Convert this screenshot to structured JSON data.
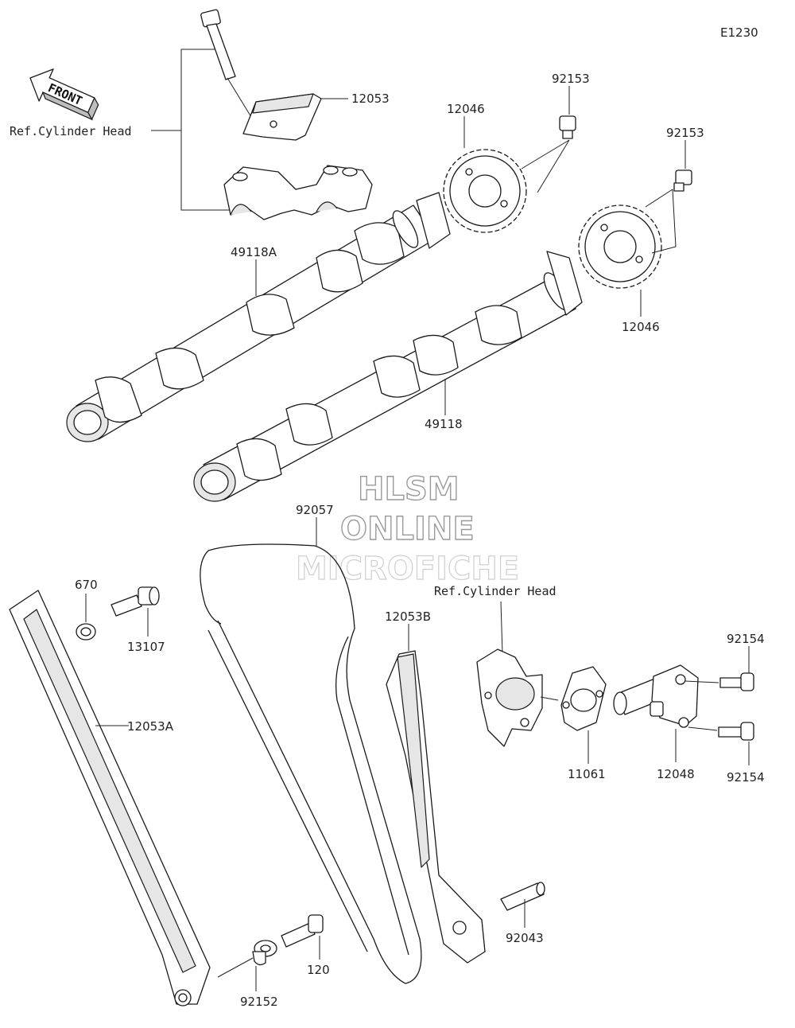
{
  "figure_code": "E1230",
  "front_arrow": {
    "text": "FRONT"
  },
  "watermark": {
    "line1": "HLSM",
    "line2": "ONLINE",
    "line3": "MICROFICHE"
  },
  "references": {
    "cyl_head_top": "Ref.Cylinder Head",
    "cyl_head_right": "Ref.Cylinder Head"
  },
  "labels": {
    "p12053": "12053",
    "p12046_a": "12046",
    "p92153_a": "92153",
    "p92153_b": "92153",
    "p12046_b": "12046",
    "p49118A": "49118A",
    "p49118": "49118",
    "p92057": "92057",
    "p670": "670",
    "p13107": "13107",
    "p12053A": "12053A",
    "p12053B": "12053B",
    "p11061": "11061",
    "p12048": "12048",
    "p92154_a": "92154",
    "p92154_b": "92154",
    "p92043": "92043",
    "p120": "120",
    "p92152": "92152"
  }
}
